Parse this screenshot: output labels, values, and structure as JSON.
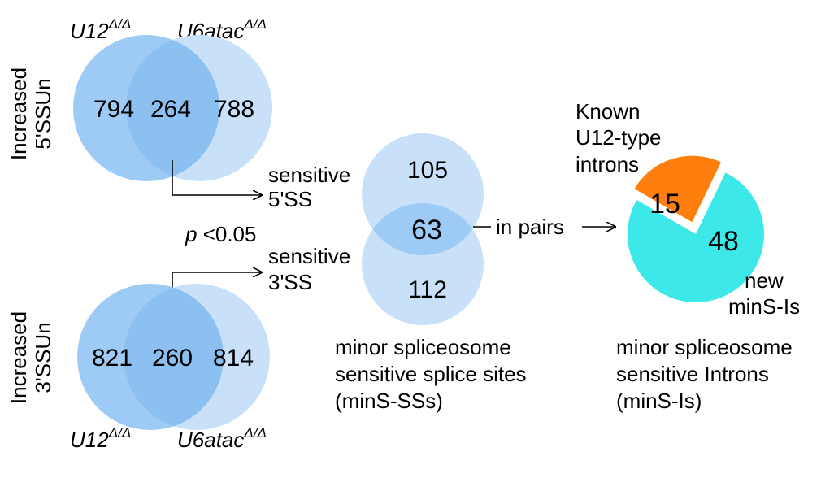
{
  "top_venn": {
    "side_label_line1": "Increased",
    "side_label_line2": "5'SSUn",
    "set_a_name": "U12",
    "set_a_sup": "Δ/Δ",
    "set_b_name": "U6atac",
    "set_b_sup": "Δ/Δ",
    "only_a": "794",
    "both": "264",
    "only_b": "788"
  },
  "bottom_venn": {
    "side_label_line1": "Increased",
    "side_label_line2": "3'SSUn",
    "set_a_name": "U12",
    "set_a_sup": "Δ/Δ",
    "set_b_name": "U6atac",
    "set_b_sup": "Δ/Δ",
    "only_a": "821",
    "both": "260",
    "only_b": "814"
  },
  "arrows": {
    "sensitive_5_line1": "sensitive",
    "sensitive_5_line2": "5'SS",
    "sensitive_3_line1": "sensitive",
    "sensitive_3_line2": "3'SS",
    "p_symbol": "p",
    "p_value": " <0.05",
    "in_pairs": "in pairs"
  },
  "middle_venn": {
    "top_only": "105",
    "both": "63",
    "bottom_only": "112",
    "caption_line1": "minor spliceosome",
    "caption_line2": "sensitive splice sites",
    "caption_line3": "(minS-SSs)"
  },
  "pie": {
    "known_label_line1": "Known",
    "known_label_line2": "U12-type",
    "known_label_line3": "introns",
    "known_value": "15",
    "new_value": "48",
    "new_label_line1": "new",
    "new_label_line2": "minS-Is",
    "caption_line1": "minor spliceosome",
    "caption_line2": "sensitive Introns",
    "caption_line3": "(minS-Is)",
    "known_color": "#ff7f0e",
    "new_color": "#3de8e8"
  },
  "colors": {
    "circle_left": "#9ecbf5",
    "circle_right": "#c8e1f9",
    "overlap": "#8cc0f0"
  }
}
